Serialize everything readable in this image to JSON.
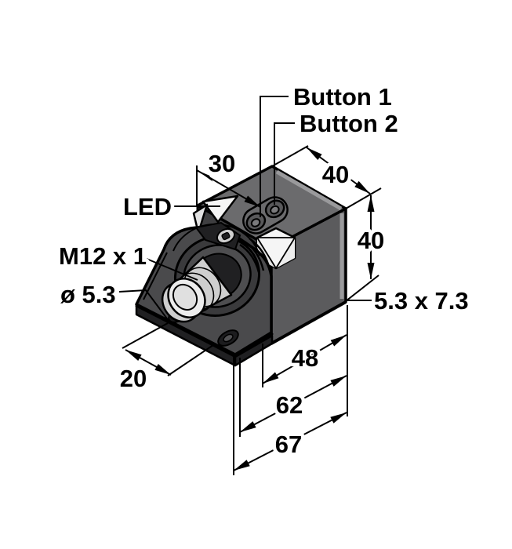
{
  "drawing": {
    "kind": "sensor-dimension-drawing",
    "labels": {
      "button1": "Button 1",
      "button2": "Button 2",
      "led": "LED",
      "thread": "M12 x 1",
      "hole": "ø 5.3",
      "slot": "5.3 x 7.3"
    },
    "dims": {
      "w30": "30",
      "d40": "40",
      "h40": "40",
      "b20": "20",
      "l48": "48",
      "l62": "62",
      "l67": "67"
    }
  },
  "colors": {
    "bg": "#ffffff",
    "line": "#000000",
    "body_top": "#6b6b6d",
    "body_side": "#5b5b5d",
    "body_front": "#3e3e40",
    "chamfer": "#9a9a9c",
    "bracket": "#4a4a4c",
    "bracket_base": "#515153",
    "bracket_dark": "#202022",
    "boss": "#3a3a3c",
    "boss_ring": "#4e4e50",
    "barrel": "#cfcfcf",
    "cap": "#ececec",
    "cap_inner": "#e0e0e0",
    "marker": "#f5f5f5",
    "marker_shade": "#e2e2e2",
    "marker_shade2": "#ededed",
    "button_face": "#59595b",
    "button_inner": "#7a7a7c",
    "screw": "#cfcfcf",
    "hole_dark": "#1c1c1e"
  }
}
